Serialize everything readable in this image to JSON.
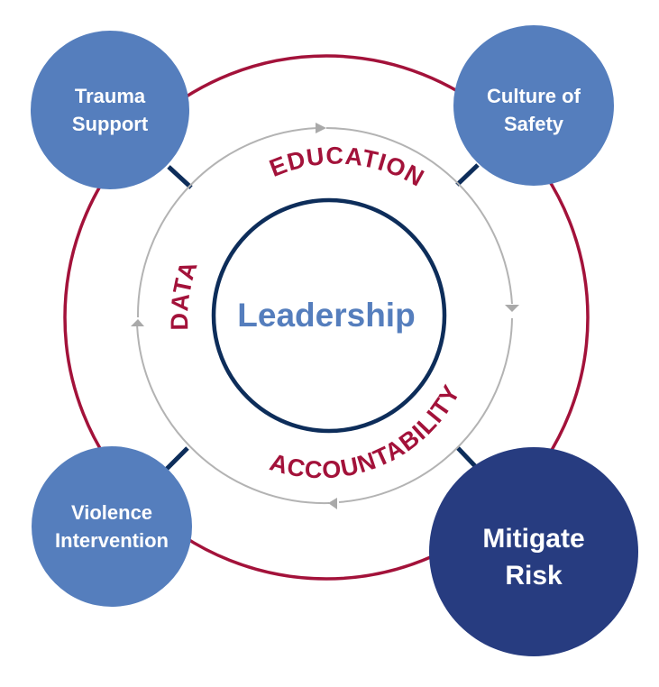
{
  "colors": {
    "outer_ring": "#a3123a",
    "cycle_ring": "#b3b3b3",
    "connector": "#0d2d5a",
    "leadership_ring": "#0d2d5a",
    "node_light": "#557ebd",
    "node_dark": "#273c80",
    "cycle_text": "#a3123a",
    "center_text": "#557ebd"
  },
  "center": {
    "label": "Leadership"
  },
  "cycle": {
    "labels": [
      "EDUCATION",
      "ACCOUNTABILITY",
      "DATA"
    ],
    "arrow_icons": [
      "arrow-right-top",
      "arrow-down-right",
      "arrow-left-bottom",
      "arrow-up-left"
    ]
  },
  "nodes": [
    {
      "id": "trauma-support",
      "line1": "Trauma",
      "line2": "Support"
    },
    {
      "id": "culture-of-safety",
      "line1": "Culture of",
      "line2": "Safety"
    },
    {
      "id": "violence-intervention",
      "line1": "Violence",
      "line2": "Intervention"
    },
    {
      "id": "mitigate-risk",
      "line1": "Mitigate",
      "line2": "Risk"
    }
  ]
}
